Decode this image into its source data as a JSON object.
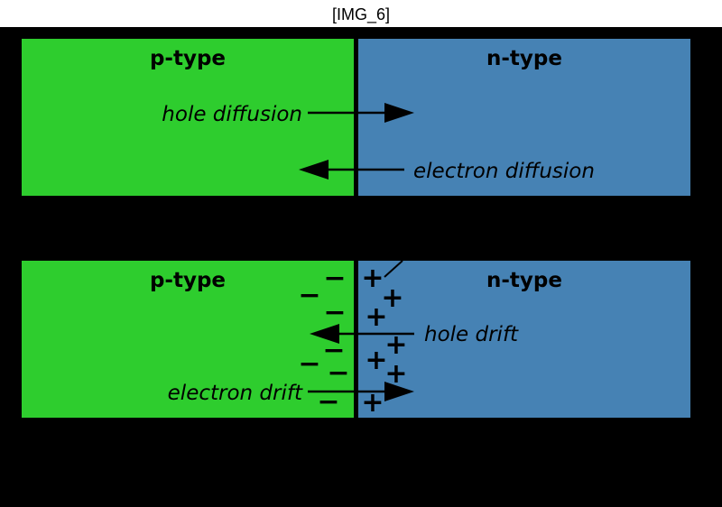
{
  "header": {
    "title": "[IMG_6]"
  },
  "colors": {
    "p_region": "#2ecd2e",
    "n_region": "#4682b4",
    "background": "#000000",
    "header_background": "#ffffff"
  },
  "top_panel": {
    "p_label": "p-type",
    "n_label": "n-type",
    "hole_diffusion_label": "hole diffusion",
    "electron_diffusion_label": "electron diffusion"
  },
  "bottom_panel": {
    "p_label": "p-type",
    "n_label": "n-type",
    "hole_drift_label": "hole drift",
    "electron_drift_label": "electron drift",
    "negative_charge_symbol": "−",
    "positive_charge_symbol": "+"
  }
}
